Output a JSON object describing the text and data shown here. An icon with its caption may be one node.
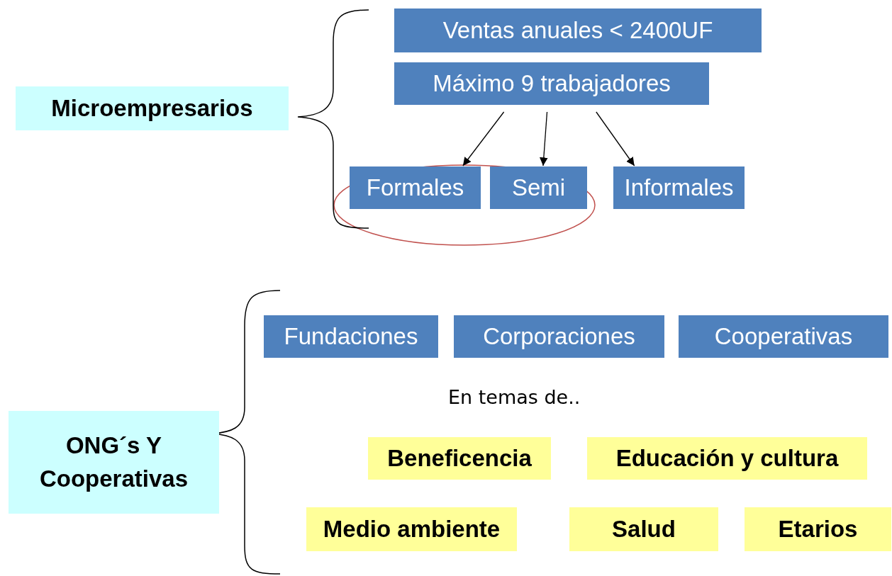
{
  "diagram": {
    "nodes": [
      {
        "text": [
          "Microempresarios"
        ]
      },
      {
        "text": [
          "Ventas anuales < 2400UF"
        ]
      },
      {
        "text": [
          "Máximo 9 trabajadores"
        ]
      },
      {
        "text": [],
        "shape": "ellipse"
      },
      {
        "text": [
          "Formales"
        ],
        "in": 3
      },
      {
        "text": [
          "Semi"
        ],
        "in": 3
      },
      {
        "text": [
          "Informales"
        ]
      },
      {
        "text": [
          "ONG´s Y Cooperativas"
        ]
      },
      {
        "text": [
          "Fundaciones"
        ]
      },
      {
        "text": [
          "Corporaciones"
        ]
      },
      {
        "text": [
          "Cooperativas"
        ]
      },
      {
        "text": [
          "Beneficencia"
        ]
      },
      {
        "text": [
          "Educación y cultura"
        ]
      },
      {
        "text": [
          "Medio ambiente"
        ]
      },
      {
        "text": [
          "Salud"
        ]
      },
      {
        "text": [
          "Etarios"
        ]
      }
    ],
    "edges": [
      {
        "from": 2,
        "to": 4,
        "arrow": "to"
      },
      {
        "from": 2,
        "to": 5,
        "arrow": "to"
      },
      {
        "from": 2,
        "to": 6,
        "arrow": "to"
      }
    ],
    "labels": [
      "En temas de.."
    ]
  }
}
